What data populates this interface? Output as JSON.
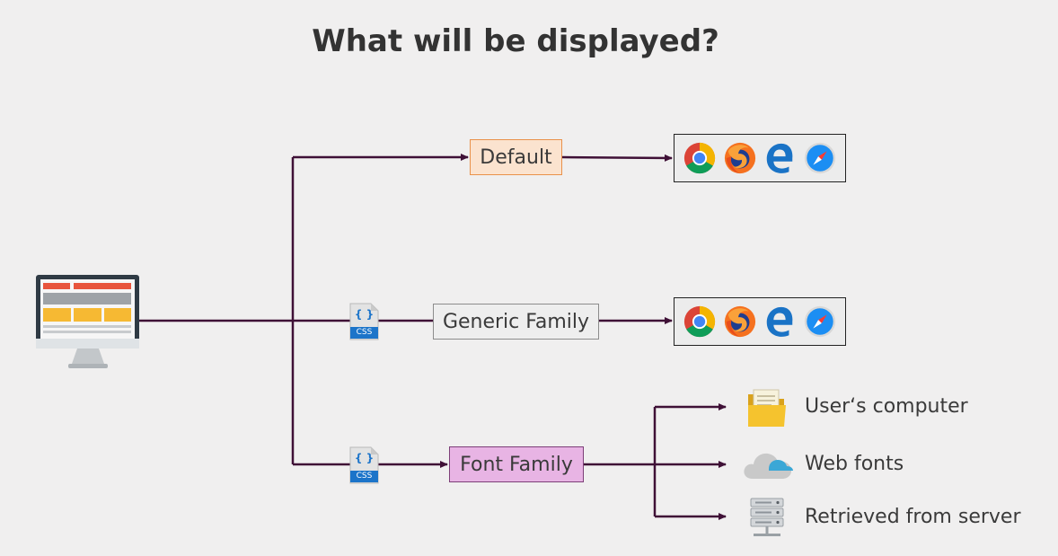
{
  "title": "What will be displayed?",
  "nodes": {
    "default": "Default",
    "generic": "Generic Family",
    "font_family": "Font Family"
  },
  "css_badge": {
    "symbol": "{ }",
    "label": "CSS"
  },
  "browser_icons": [
    "chrome-icon",
    "firefox-icon",
    "edge-icon",
    "safari-icon"
  ],
  "destinations": [
    {
      "label": "User‘s computer",
      "icon": "folder-icon"
    },
    {
      "label": "Web fonts",
      "icon": "cloud-icon"
    },
    {
      "label": "Retrieved from server",
      "icon": "server-icon"
    }
  ],
  "colors": {
    "connector": "#3f1036",
    "default_fill": "#fbe3cf",
    "default_border": "#e9914a",
    "generic_fill": "#eeeeee",
    "font_fill": "#e8b4e4",
    "font_border": "#7d3f78"
  }
}
